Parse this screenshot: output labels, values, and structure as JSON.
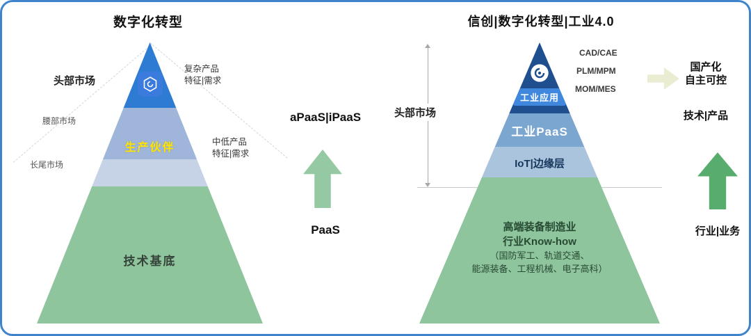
{
  "left": {
    "title": "数字化转型",
    "markets": [
      "头部市场",
      "腰部市场",
      "长尾市场"
    ],
    "demand_high": [
      "复杂产品",
      "特征|需求"
    ],
    "demand_mid": [
      "中低产品",
      "特征|需求"
    ],
    "pyramid": {
      "partner": "生产伙伴",
      "base": "技术基底"
    },
    "stack": {
      "apaas": "aPaaS|iPaaS",
      "paas": "PaaS"
    }
  },
  "right": {
    "title": "信创|数字化转型|工业4.0",
    "market": "头部市场",
    "layers": [
      "工业应用",
      "工业PaaS",
      "IoT|边缘层"
    ],
    "tech": [
      "CAD/CAE",
      "PLM/MPM",
      "MOM/MES"
    ],
    "green": [
      "高端装备制造业",
      "行业Know-how",
      "（国防军工、轨道交通、",
      "能源装备、工程机械、电子高科）"
    ],
    "side": {
      "localization": [
        "国产化",
        "自主可控"
      ],
      "tech_product": "技术|产品",
      "industry_business": "行业|业务"
    }
  },
  "colors": {
    "border": "#3f83cc",
    "pyramid_blue": "#2e7bd4",
    "pyramid_navy": "#1f4f8f",
    "pyramid_green": "#8ec59d",
    "partner_yellow": "#ffe400",
    "arrow_light_green": "#95c9a4",
    "arrow_green": "#58ad6e",
    "arrow_pale": "#eaedd2"
  }
}
